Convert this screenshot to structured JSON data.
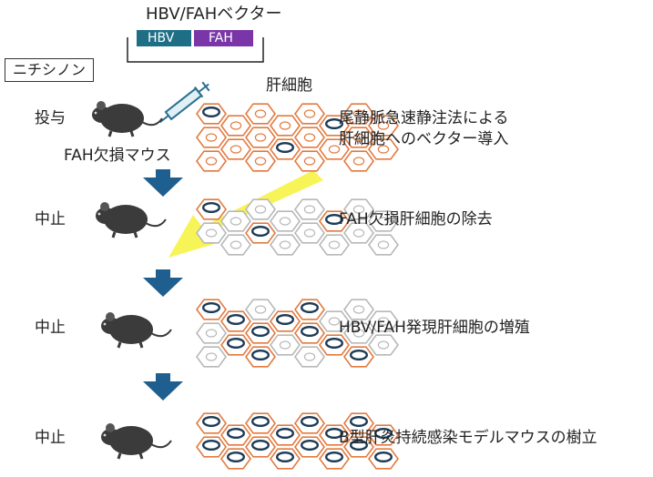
{
  "vector": {
    "title": "HBV/FAHベクター",
    "seg1": "HBV",
    "seg2": "FAH"
  },
  "drug_box": "ニチシノン",
  "liver_cell_label": "肝細胞",
  "mouse_label": "FAH欠損マウス",
  "stages": [
    {
      "drug_state": "投与",
      "description": [
        "尾静脈急速静注法による",
        "肝細胞へのベクター導入"
      ]
    },
    {
      "drug_state": "中止",
      "description": [
        "FAH欠損肝細胞の除去"
      ]
    },
    {
      "drug_state": "中止",
      "description": [
        "HBV/FAH発現肝細胞の増殖"
      ]
    },
    {
      "drug_state": "中止",
      "description": [
        "B型肝炎持続感染モデルマウスの樹立"
      ]
    }
  ],
  "colors": {
    "hbv": "#1e6f86",
    "fah": "#7a35a8",
    "cell_orange": "#e27a3f",
    "cell_gray": "#b8b8b8",
    "arrow_blue": "#1f5f8f",
    "highlight_yellow": "#f6f23a",
    "mouse": "#3b3b3b"
  }
}
